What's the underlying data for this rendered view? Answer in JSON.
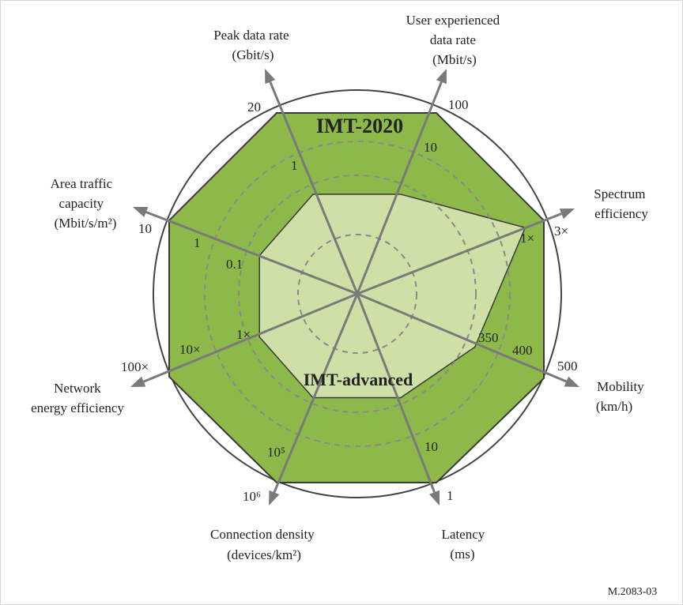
{
  "chart_data": {
    "type": "radar",
    "axes": [
      {
        "label_lines": [
          "Peak data rate",
          "(Gbit/s)"
        ],
        "ticks": [
          "1",
          "20"
        ]
      },
      {
        "label_lines": [
          "User experienced",
          "data rate",
          "(Mbit/s)"
        ],
        "ticks": [
          "10",
          "100"
        ]
      },
      {
        "label_lines": [
          "Spectrum",
          "efficiency"
        ],
        "ticks": [
          "1×",
          "3×"
        ]
      },
      {
        "label_lines": [
          "Mobility",
          "(km/h)"
        ],
        "ticks": [
          "350",
          "400",
          "500"
        ]
      },
      {
        "label_lines": [
          "Latency",
          "(ms)"
        ],
        "ticks": [
          "10",
          "1"
        ]
      },
      {
        "label_lines": [
          "Connection density",
          "(devices/km²)"
        ],
        "ticks": [
          "10⁵",
          "10⁶"
        ]
      },
      {
        "label_lines": [
          "Network",
          "energy efficiency"
        ],
        "ticks": [
          "1×",
          "10×",
          "100×"
        ]
      },
      {
        "label_lines": [
          "Area traffic",
          "capacity",
          "(Mbit/s/m²)"
        ],
        "ticks": [
          "0.1",
          "1",
          "10"
        ]
      }
    ],
    "series": [
      {
        "name": "IMT-2020",
        "levels": [
          1.0,
          1.0,
          1.0,
          1.0,
          1.0,
          1.0,
          1.0,
          1.0
        ],
        "color": "#8db84a"
      },
      {
        "name": "IMT-advanced",
        "levels": [
          0.55,
          0.55,
          0.9,
          0.63,
          0.55,
          0.55,
          0.52,
          0.52
        ],
        "color": "#cfe0a6"
      }
    ],
    "figure_id": "M.2083-03"
  },
  "colors": {
    "outer_fill": "#8db84a",
    "inner_fill": "#cfe0a6",
    "polygon_stroke": "#3a3a3a",
    "spoke": "#7a7a7a",
    "dashed_circle": "#8a8a8a",
    "outer_circle": "#444444"
  }
}
